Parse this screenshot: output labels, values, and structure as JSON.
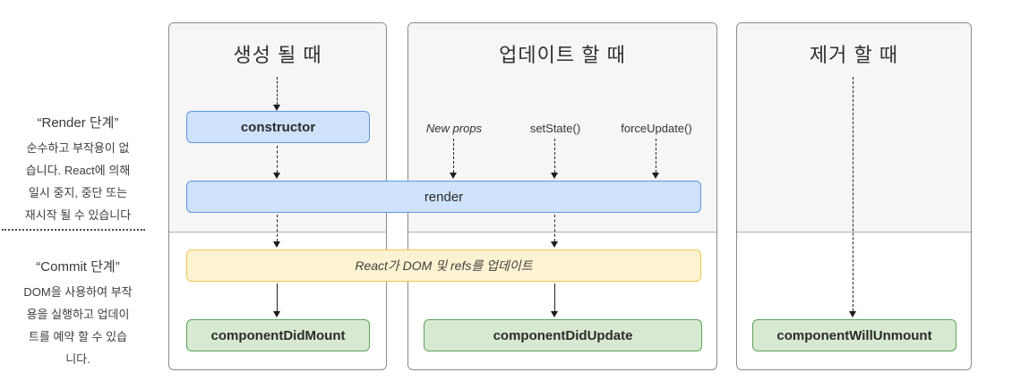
{
  "sidebar": {
    "render_phase": {
      "title": "“Render 단계”",
      "description": "순수하고 부작용이 없\n습니다. React에 의해\n일시 중지, 중단 또는\n재시작 될 수 있습니다"
    },
    "commit_phase": {
      "title": "“Commit 단계”",
      "description": "DOM을 사용하여 부작\n용을 실행하고 업데이\n트를 예약 할 수 있습\n니다."
    }
  },
  "columns": {
    "mount": {
      "title": "생성 될 때"
    },
    "update": {
      "title": "업데이트 할 때",
      "triggers": {
        "new_props": "New props",
        "set_state": "setState()",
        "force_update": "forceUpdate()"
      }
    },
    "unmount": {
      "title": "제거 할 때"
    }
  },
  "boxes": {
    "constructor": "constructor",
    "render": "render",
    "react_dom_update": "React가 DOM 및 refs를 업데이트",
    "component_did_mount": "componentDidMount",
    "component_did_update": "componentDidUpdate",
    "component_will_unmount": "componentWillUnmount"
  },
  "colors": {
    "box_blue_fill": "#cfe2fb",
    "box_blue_border": "#5e97dd",
    "box_yellow_fill": "#fdf3d2",
    "box_yellow_border": "#f0c64f",
    "box_green_fill": "#d8e9d2",
    "box_green_border": "#5aa457",
    "panel_border": "#8b8b8b",
    "phase_section_fill": "#f6f6f6",
    "arrow_color": "#1c1c1c"
  }
}
